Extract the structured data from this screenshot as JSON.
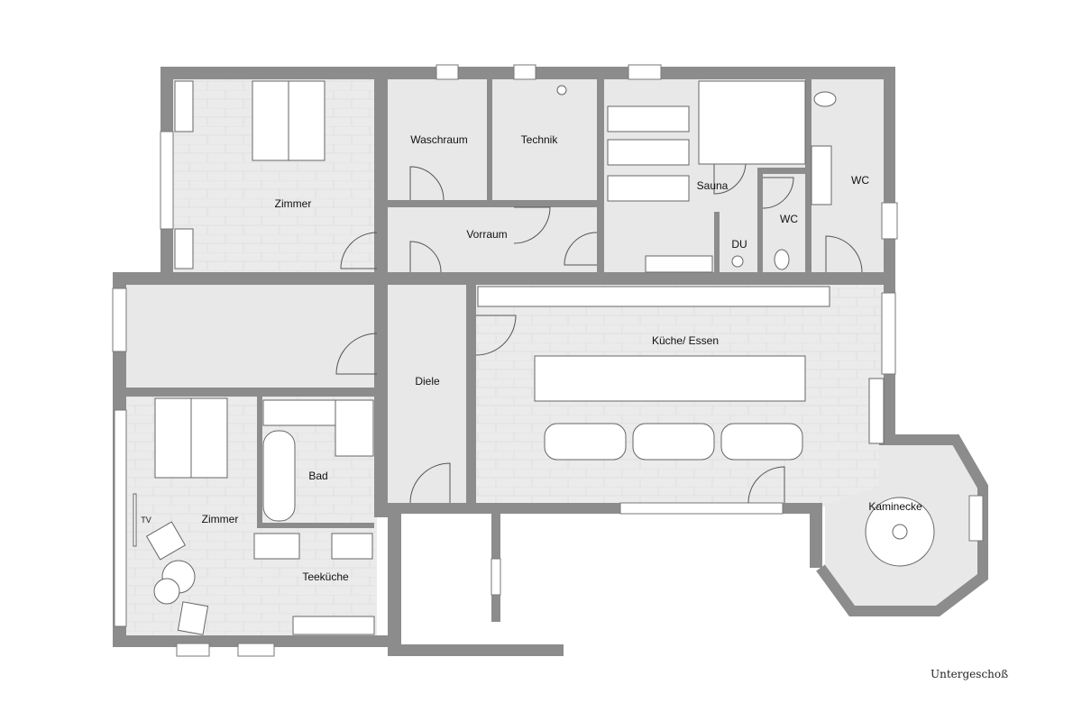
{
  "rooms": {
    "zimmer_top": "Zimmer",
    "waschraum": "Waschraum",
    "technik": "Technik",
    "sauna": "Sauna",
    "wc_sauna": "WC",
    "wc_right": "WC",
    "du": "DU",
    "vorraum": "Vorraum",
    "diele": "Diele",
    "kueche": "Küche/ Essen",
    "zimmer_bottom": "Zimmer",
    "bad": "Bad",
    "teekueche": "Teeküche",
    "kaminecke": "Kaminecke",
    "tv": "TV"
  },
  "caption": "Untergeschoß",
  "colors": {
    "wall": "#8c8c8c",
    "floor": "#e8e8e8"
  }
}
